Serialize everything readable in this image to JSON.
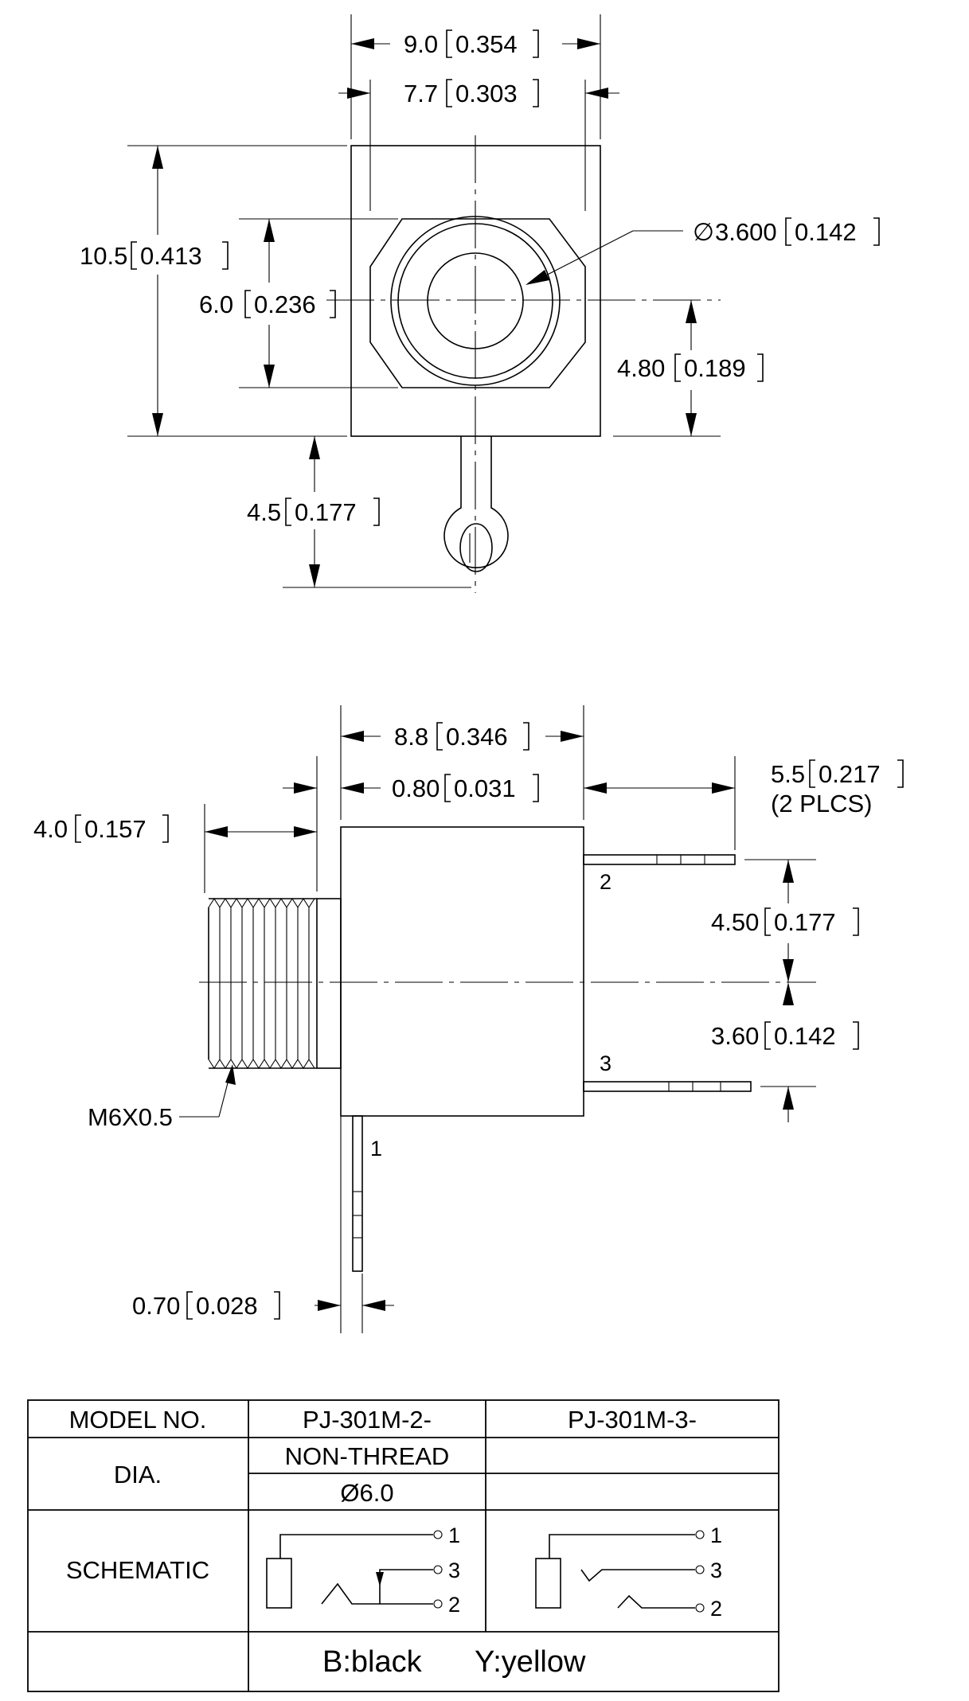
{
  "front_view": {
    "dims": {
      "width_overall": [
        "9.0",
        "0.354"
      ],
      "width_inner": [
        "7.7",
        "0.303"
      ],
      "height": [
        "10.5",
        "0.413"
      ],
      "flange": [
        "6.0",
        "0.236"
      ],
      "hole_dia": [
        "3.600",
        "0.142"
      ],
      "center_height": [
        "4.80",
        "0.189"
      ],
      "tab_length": [
        "4.5",
        "0.177"
      ]
    },
    "dia_symbol": "∅"
  },
  "side_view": {
    "dims": {
      "body_length": [
        "8.8",
        "0.346"
      ],
      "flange_thickness": [
        "0.80",
        "0.031"
      ],
      "thread_length": [
        "4.0",
        "0.157"
      ],
      "pin_length": [
        "5.5",
        "0.217"
      ],
      "pin_length_note": "(2 PLCS)",
      "pin_spacing_top": [
        "4.50",
        "0.177"
      ],
      "pin_spacing_bottom": [
        "3.60",
        "0.142"
      ],
      "pin_thickness": [
        "0.70",
        "0.028"
      ]
    },
    "thread_label": "M6X0.5",
    "pins": [
      "1",
      "2",
      "3"
    ]
  },
  "table": {
    "model_header": "MODEL NO.",
    "models": [
      "PJ-301M-2-",
      "PJ-301M-3-"
    ],
    "dia_header": "DIA.",
    "dia_row1": [
      "NON-THREAD",
      ""
    ],
    "dia_row2": [
      "Ø6.0",
      ""
    ],
    "schematic_header": "SCHEMATIC",
    "schematic_pins": [
      "1",
      "3",
      "2"
    ],
    "color_note_b": "B:black",
    "color_note_y": "Y:yellow"
  }
}
